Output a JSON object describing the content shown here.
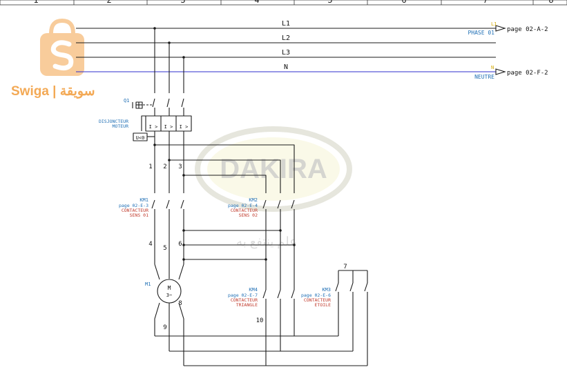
{
  "columns": [
    "1",
    "2",
    "3",
    "4",
    "5",
    "6",
    "7",
    "8"
  ],
  "lines": {
    "l1": "L1",
    "l2": "L2",
    "l3": "L3",
    "n": "N",
    "l1_tag": "L1",
    "n_tag": "N",
    "phase_label": "PHASE 01",
    "neutral_label": "NEUTRE",
    "ref_l1": "page 02-A-2",
    "ref_n": "page 02-F-2"
  },
  "breaker": {
    "tag": "Q1",
    "desc_line1": "DISJONCTEUR",
    "desc_line2": "MOTEUR",
    "undervoltage": "U<0",
    "trip_symbol": "I >"
  },
  "contactors": {
    "km1": {
      "tag": "KM1",
      "ref": "page 02-E-3",
      "type": "CONTACTEUR",
      "desc": "SENS 01"
    },
    "km2": {
      "tag": "KM2",
      "ref": "page 02-E-4",
      "type": "CONTACTEUR",
      "desc": "SENS 02"
    },
    "km4": {
      "tag": "KM4",
      "ref": "page 02-E-7",
      "type": "CONTACTEUR",
      "desc": "TRIANGLE"
    },
    "km3": {
      "tag": "KM3",
      "ref": "page 02-E-6",
      "type": "CONTACTEUR",
      "desc": "ETOILE"
    }
  },
  "motor": {
    "tag": "M1",
    "symbol": "M",
    "phases": "3~"
  },
  "wire_numbers": {
    "w1": "1",
    "w2": "2",
    "w3": "3",
    "w4": "4",
    "w5": "5",
    "w6": "6",
    "w7": "7",
    "w8": "8",
    "w9": "9",
    "w10": "10"
  },
  "watermarks": {
    "brand": "Swiga | سويقة",
    "center": "DAKIRA",
    "center_sub": "علم ينتفع به"
  },
  "colors": {
    "wire": "#1a1a1a",
    "neutral": "#2d2dcc",
    "blue_text": "#1f6fb5",
    "red_text": "#c0392b",
    "l1_tag": "#d4a800",
    "logo_orange": "#f29b38"
  }
}
